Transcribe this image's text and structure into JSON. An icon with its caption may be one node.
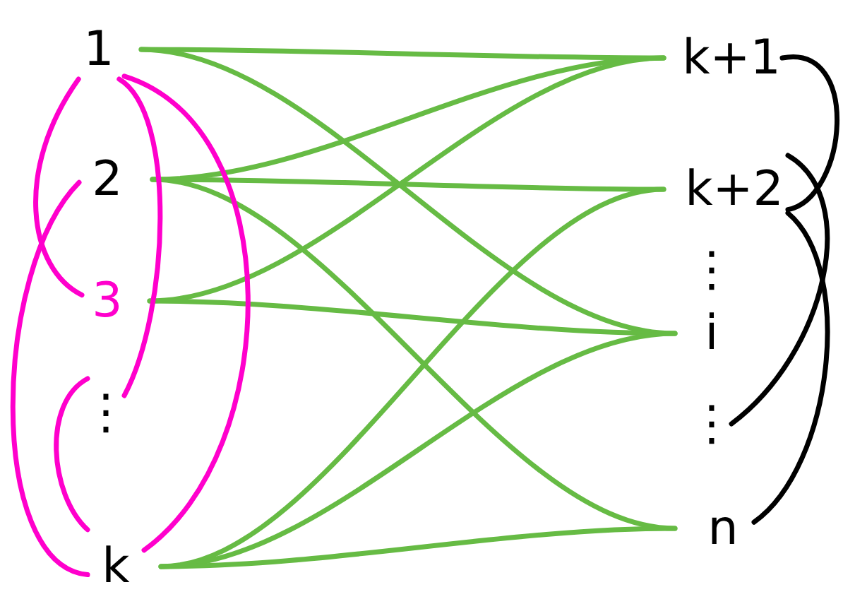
{
  "diagram": {
    "nodes": [
      {
        "text": [
          "1"
        ]
      },
      {
        "text": [
          "2"
        ]
      },
      {
        "text": [
          "3"
        ]
      },
      {
        "text": [
          "⋮"
        ]
      },
      {
        "text": [
          "k"
        ]
      },
      {
        "text": [
          "k+1"
        ]
      },
      {
        "text": [
          "k+2"
        ]
      },
      {
        "text": [
          "⋮"
        ]
      },
      {
        "text": [
          "i"
        ]
      },
      {
        "text": [
          "⋮"
        ]
      },
      {
        "text": [
          "n"
        ]
      }
    ],
    "edges": [
      {
        "from": 0,
        "to": 5,
        "arrow": "none"
      },
      {
        "from": 0,
        "to": 8,
        "arrow": "none"
      },
      {
        "from": 1,
        "to": 5,
        "arrow": "none"
      },
      {
        "from": 1,
        "to": 6,
        "arrow": "none"
      },
      {
        "from": 1,
        "to": 10,
        "arrow": "none"
      },
      {
        "from": 2,
        "to": 5,
        "arrow": "none"
      },
      {
        "from": 2,
        "to": 8,
        "arrow": "none"
      },
      {
        "from": 4,
        "to": 6,
        "arrow": "none"
      },
      {
        "from": 4,
        "to": 8,
        "arrow": "none"
      },
      {
        "from": 4,
        "to": 10,
        "arrow": "none"
      },
      {
        "from": 0,
        "to": 2,
        "arrow": "none",
        "color": "#ff00cc"
      },
      {
        "from": 1,
        "to": 4,
        "arrow": "none",
        "color": "#ff00cc"
      },
      {
        "from": 0,
        "to": 3,
        "arrow": "none",
        "color": "#ff00cc"
      },
      {
        "from": 0,
        "to": 4,
        "arrow": "none",
        "color": "#ff00cc"
      },
      {
        "from": 3,
        "to": 4,
        "arrow": "none",
        "color": "#ff00cc"
      },
      {
        "from": 5,
        "to": 6,
        "arrow": "none",
        "color": "#000000"
      },
      {
        "from": 6,
        "to": 9,
        "arrow": "none",
        "color": "#000000"
      },
      {
        "from": 6,
        "to": 10,
        "arrow": "none",
        "color": "#000000"
      }
    ]
  }
}
